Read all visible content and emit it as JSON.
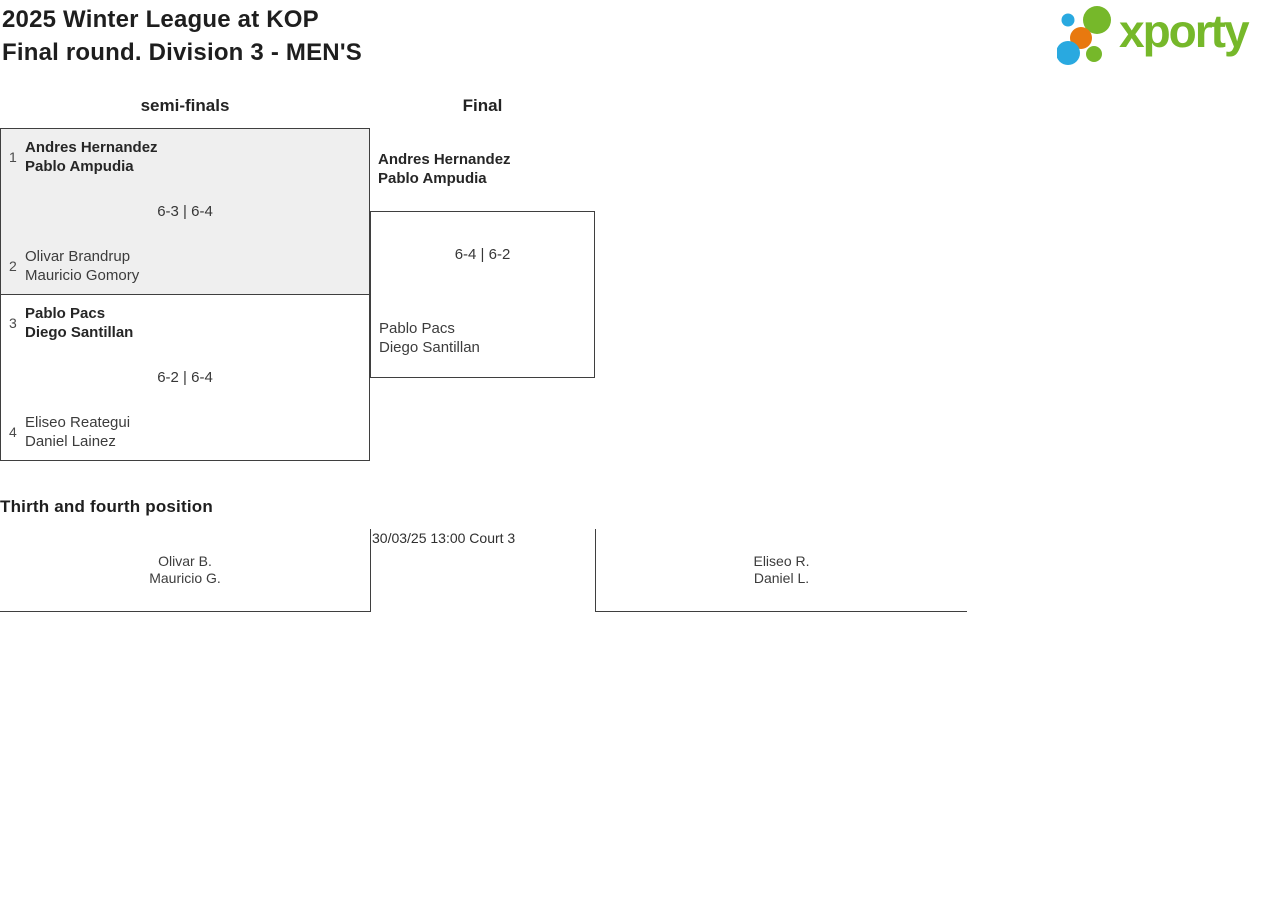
{
  "header": {
    "title_line1": "2025 Winter League at KOP",
    "title_line2": "Final round. Division 3 - MEN'S"
  },
  "logo": {
    "text": "xporty",
    "dot_icons": [
      "blue-dot",
      "green-dot",
      "orange-dot",
      "blue-dot",
      "green-dot"
    ]
  },
  "columns": {
    "semifinals_label": "semi-finals",
    "final_label": "Final"
  },
  "bracket": {
    "semifinals": [
      {
        "team1": {
          "seed": "1",
          "player1": "Andres Hernandez",
          "player2": "Pablo Ampudia"
        },
        "score": "6-3 | 6-4",
        "team2": {
          "seed": "2",
          "player1": "Olivar Brandrup",
          "player2": "Mauricio Gomory"
        }
      },
      {
        "team1": {
          "seed": "3",
          "player1": "Pablo Pacs",
          "player2": "Diego Santillan"
        },
        "score": "6-2 | 6-4",
        "team2": {
          "seed": "4",
          "player1": "Eliseo Reategui",
          "player2": "Daniel Lainez"
        }
      }
    ],
    "final": {
      "winner": {
        "player1": "Andres Hernandez",
        "player2": "Pablo Ampudia"
      },
      "score": "6-4 | 6-2",
      "loser": {
        "player1": "Pablo Pacs",
        "player2": "Diego Santillan"
      }
    }
  },
  "third_place": {
    "heading": "Thirth and fourth position",
    "match_info": "30/03/25 13:00 Court 3",
    "team1": {
      "player1": "Olivar B.",
      "player2": "Mauricio G."
    },
    "team2": {
      "player1": "Eliseo R.",
      "player2": "Daniel L."
    }
  },
  "colors": {
    "brand_green": "#76b82a",
    "dot_blue": "#29a9e0",
    "dot_orange": "#e8790f",
    "match_box_gray": "#efefef",
    "border": "#3f3f3f"
  }
}
